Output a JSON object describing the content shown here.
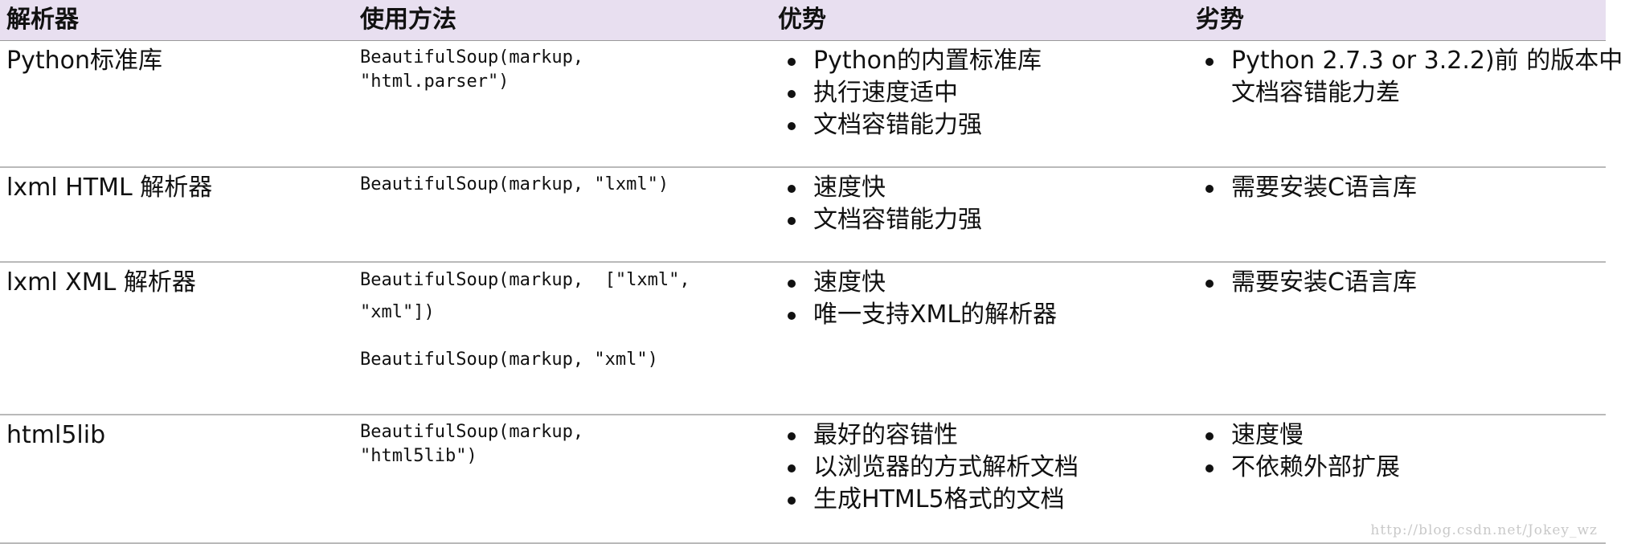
{
  "headers": [
    "解析器",
    "使用方法",
    "优势",
    "劣势"
  ],
  "rows": [
    {
      "parser": "Python标准库",
      "usage": [
        "BeautifulSoup(markup,\n\"html.parser\")"
      ],
      "pros": [
        "Python的内置标准库",
        "执行速度适中",
        "文档容错能力强"
      ],
      "cons": [
        "Python 2.7.3 or 3.2.2)前 的版本中文档容错能力差"
      ]
    },
    {
      "parser": "lxml HTML 解析器",
      "usage": [
        "BeautifulSoup(markup, \"lxml\")"
      ],
      "pros": [
        "速度快",
        "文档容错能力强"
      ],
      "cons": [
        "需要安装C语言库"
      ]
    },
    {
      "parser": "lxml XML 解析器",
      "usage": [
        "BeautifulSoup(markup,  [\"lxml\",\n\"xml\"])",
        "BeautifulSoup(markup, \"xml\")"
      ],
      "pros": [
        "速度快",
        "唯一支持XML的解析器"
      ],
      "cons": [
        "需要安装C语言库"
      ]
    },
    {
      "parser": "html5lib",
      "usage": [
        "BeautifulSoup(markup,\n\"html5lib\")"
      ],
      "pros": [
        "最好的容错性",
        "以浏览器的方式解析文档",
        "生成HTML5格式的文档"
      ],
      "cons": [
        "速度慢",
        "不依赖外部扩展"
      ]
    }
  ],
  "watermark": "http://blog.csdn.net/Jokey_wz",
  "colors": {
    "header_bg": "#e8dff0",
    "row_divider": "#b9b9b9",
    "text": "#111111"
  }
}
